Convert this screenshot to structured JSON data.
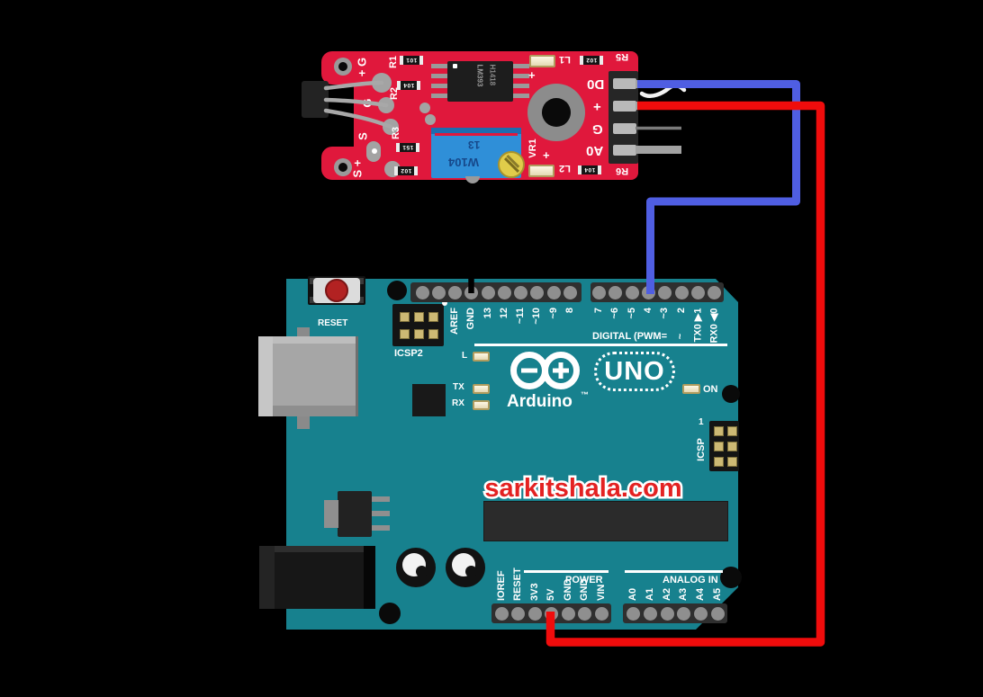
{
  "colors": {
    "background": "#000000",
    "sensor_pcb": "#e0183c",
    "arduino_teal": "#17818e",
    "wire_blue": "#4f5ee2",
    "wire_red": "#f00c0c",
    "wire_black": "#000000",
    "trimpot_blue": "#2f8fd8",
    "brand_red": "#e32222"
  },
  "sensor": {
    "left_labels": [
      "+ G",
      "G",
      "S",
      "S +"
    ],
    "designators": {
      "r1": "R1",
      "r2": "R2",
      "r3": "R3",
      "r5": "R5",
      "r6": "R6",
      "l1": "L1",
      "l2": "L2",
      "vr1": "VR1"
    },
    "resistor_values": {
      "r1": "101",
      "r2": "104",
      "r3": "151",
      "r4": "102",
      "r5": "102",
      "r6": "104"
    },
    "plus_top": "+",
    "plus_bottom": "+",
    "ic_text": [
      "LM393",
      "H1418"
    ],
    "trimpot": {
      "code": "W104",
      "extra": "13"
    },
    "header_pins": [
      "D0",
      "+",
      "G",
      "A0"
    ]
  },
  "arduino": {
    "reset_label": "RESET",
    "icsp2_label": "ICSP2",
    "icsp_label": "ICSP",
    "icsp_pin1": "1",
    "digital_caption": "DIGITAL (PWM=",
    "digital_tilde": "~",
    "digital_labels": [
      "AREF",
      "GND",
      "13",
      "12",
      "~11",
      "~10",
      "~9",
      "8",
      "7",
      "~6",
      "~5",
      "4",
      "~3",
      "2",
      "TX0 ▶1",
      "RX0 ◀0"
    ],
    "led_labels": {
      "l": "L",
      "tx": "TX",
      "rx": "RX",
      "on": "ON"
    },
    "brand": "Arduino",
    "brand_tm": "™",
    "model": "UNO",
    "power_caption": "POWER",
    "power_labels": [
      "IOREF",
      "RESET",
      "3V3",
      "5V",
      "GND",
      "GND",
      "VIN"
    ],
    "analog_caption": "ANALOG IN",
    "analog_labels": [
      "A0",
      "A1",
      "A2",
      "A3",
      "A4",
      "A5"
    ],
    "watermark": "sarkitshala.com"
  }
}
